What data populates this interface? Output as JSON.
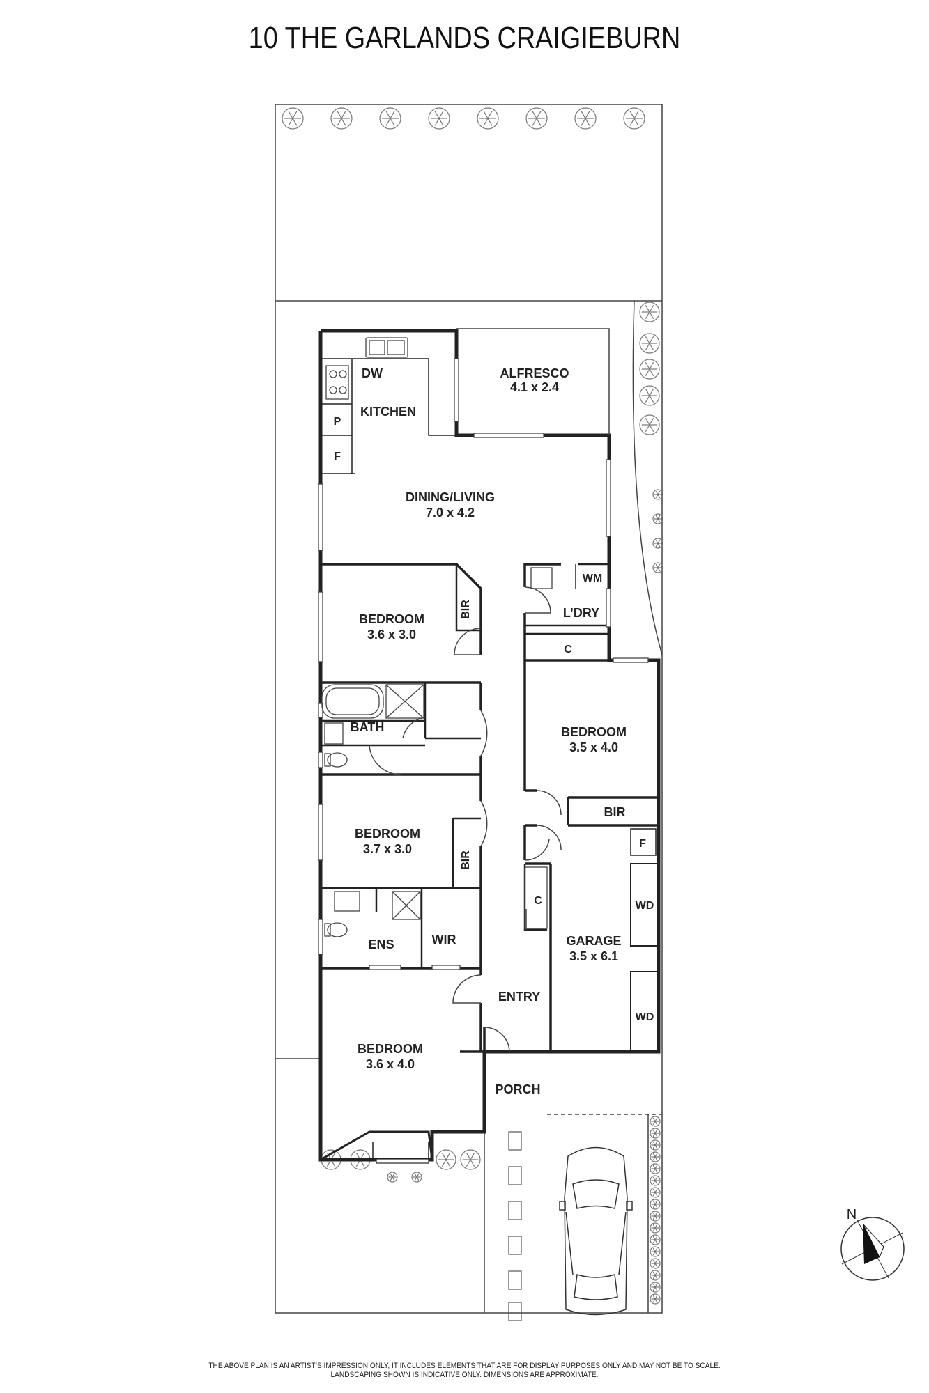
{
  "title": "10 THE GARLANDS CRAIGIEBURN",
  "rooms": {
    "alfresco": {
      "name": "ALFRESCO",
      "dims": "4.1 x 2.4"
    },
    "kitchen": {
      "name": "KITCHEN"
    },
    "dw": "DW",
    "pantry": "P",
    "fridge": "F",
    "dining": {
      "name": "DINING/LIVING",
      "dims": "7.0 x 4.2"
    },
    "wm": "WM",
    "laundry": "L’DRY",
    "laundry_cupboard": "C",
    "bedroom1": {
      "name": "BEDROOM",
      "dims": "3.6 x 3.0"
    },
    "bir1": "BIR",
    "bath": "BATH",
    "bedroom2": {
      "name": "BEDROOM",
      "dims": "3.5 x 4.0"
    },
    "bir2": "BIR",
    "garage_fridge": "F",
    "bedroom3": {
      "name": "BEDROOM",
      "dims": "3.7 x 3.0"
    },
    "bir3": "BIR",
    "hall_cupboard": "C",
    "wd1": "WD",
    "garage": {
      "name": "GARAGE",
      "dims": "3.5 x 6.1"
    },
    "ens": "ENS",
    "wir": "WIR",
    "wd2": "WD",
    "entry": "ENTRY",
    "bedroom4": {
      "name": "BEDROOM",
      "dims": "3.6 x 4.0"
    },
    "porch": "PORCH"
  },
  "compass": {
    "label": "N"
  },
  "disclaimer": {
    "line1": "THE ABOVE PLAN IS AN ARTIST’S IMPRESSION ONLY, IT INCLUDES ELEMENTS THAT ARE FOR DISPLAY PURPOSES ONLY AND MAY NOT BE TO SCALE.",
    "line2": "LANDSCAPING SHOWN IS INDICATIVE ONLY. DIMENSIONS ARE APPROXIMATE."
  }
}
